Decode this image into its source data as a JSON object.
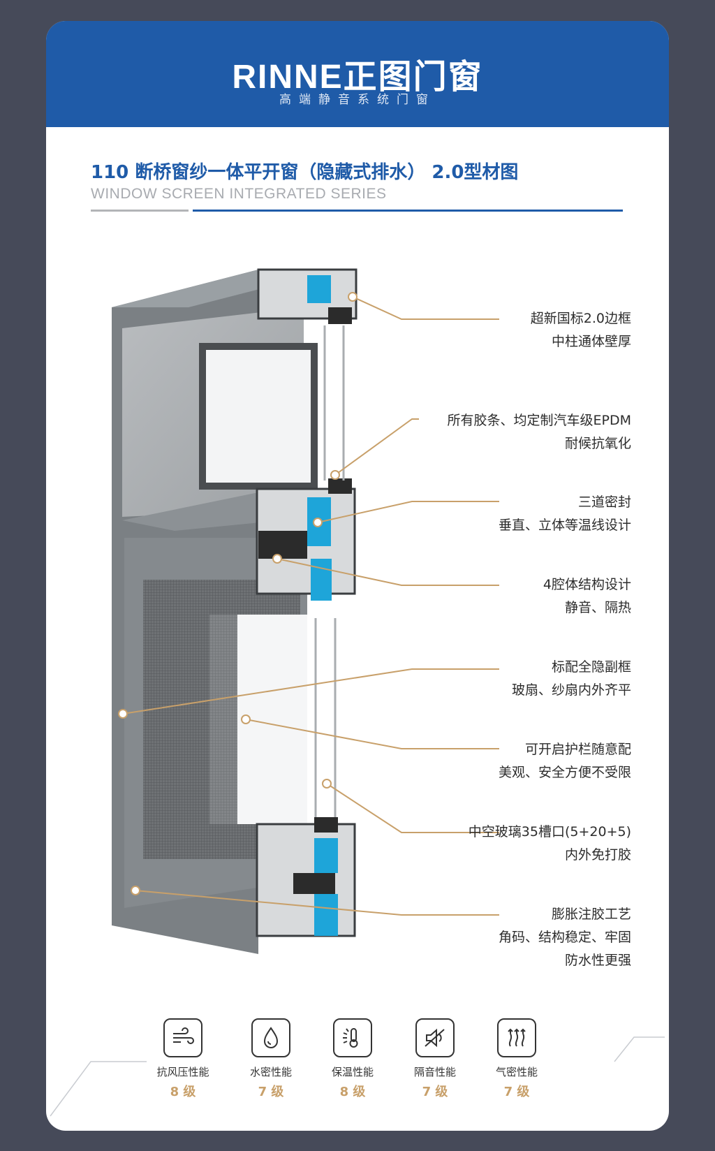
{
  "brand": {
    "name": "RINNE正图门窗",
    "slogan": "高端静音系统门窗"
  },
  "heading": {
    "title": "110 断桥窗纱一体平开窗（隐藏式排水） 2.0型材图",
    "subtitle": "WINDOW SCREEN INTEGRATED SERIES"
  },
  "colors": {
    "brand_blue": "#1f5ba8",
    "accent_gold": "#c8a06a",
    "background": "#464a59"
  },
  "callouts": [
    {
      "line1": "超新国标2.0边框",
      "line2": "中柱通体壁厚"
    },
    {
      "line1": "所有胶条、均定制汽车级EPDM",
      "line2": "耐候抗氧化"
    },
    {
      "line1": "三道密封",
      "line2": "垂直、立体等温线设计"
    },
    {
      "line1": "4腔体结构设计",
      "line2": "静音、隔热"
    },
    {
      "line1": "标配全隐副框",
      "line2": "玻扇、纱扇内外齐平"
    },
    {
      "line1": "可开启护栏随意配",
      "line2": "美观、安全方便不受限"
    },
    {
      "line1": "中空玻璃35槽口(5+20+5)",
      "line2": "内外免打胶"
    },
    {
      "line1": "膨胀注胶工艺",
      "line2": "角码、结构稳定、牢固",
      "line3": "防水性更强"
    }
  ],
  "features": [
    {
      "name": "抗风压性能",
      "level": "8 级",
      "icon": "wind-pressure-icon"
    },
    {
      "name": "水密性能",
      "level": "7 级",
      "icon": "water-drop-icon"
    },
    {
      "name": "保温性能",
      "level": "8 级",
      "icon": "thermometer-icon"
    },
    {
      "name": "隔音性能",
      "level": "7 级",
      "icon": "sound-mute-icon"
    },
    {
      "name": "气密性能",
      "level": "7 级",
      "icon": "airflow-icon"
    }
  ]
}
